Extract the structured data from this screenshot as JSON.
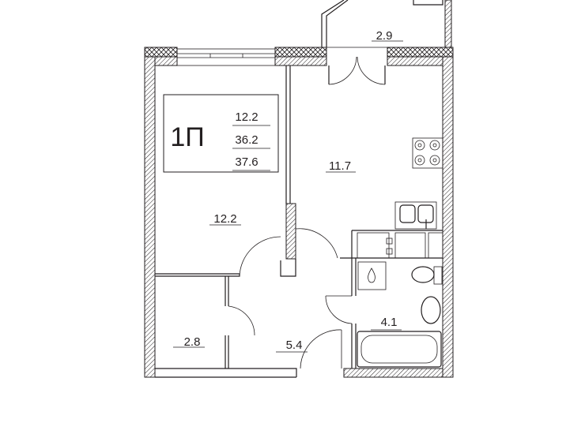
{
  "plan": {
    "apartment_type": "1П",
    "summary": {
      "living_area": "12.2",
      "total_area": "36.2",
      "total_with_balcony": "37.6"
    },
    "rooms": {
      "balcony": "2.9",
      "kitchen": "11.7",
      "bedroom": "12.2",
      "closet": "2.8",
      "hallway": "5.4",
      "bathroom": "4.1"
    }
  }
}
